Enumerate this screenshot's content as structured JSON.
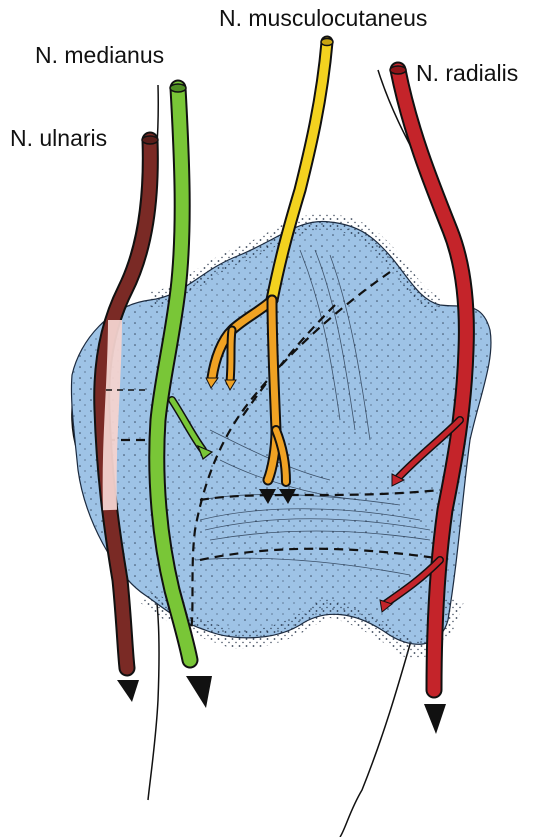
{
  "labels": {
    "musculocutaneus": "N. musculocutaneus",
    "medianus": "N. medianus",
    "radialis": "N. radialis",
    "ulnaris": "N. ulnaris"
  },
  "colors": {
    "capsule_fill": "#9ec3e6",
    "capsule_dots": "#1c2b40",
    "n_musculocutaneus": "#f3d21f",
    "n_musculocutaneus_branch": "#f0a223",
    "n_medianus": "#79c637",
    "n_radialis": "#c4242a",
    "n_ulnaris": "#7a2a25",
    "n_ulnaris_branch": "#f3d3cf",
    "outline": "#111111"
  },
  "icons": {
    "arrowhead": "triangle-arrow-icon"
  }
}
